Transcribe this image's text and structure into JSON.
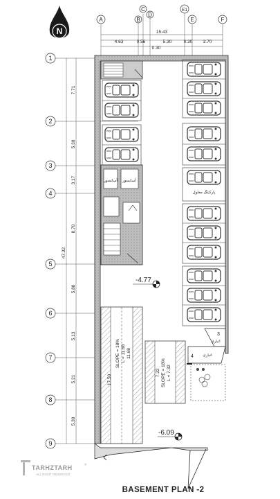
{
  "title": "BASEMENT PLAN -2",
  "north": {
    "letter": "N"
  },
  "watermark": {
    "brand": "TARHZTARH",
    "sub": "ALL RIGHT RESERVED",
    "mark": "®"
  },
  "grid_cols": [
    "A",
    "B",
    "C",
    "D",
    "E1",
    "E",
    "F"
  ],
  "grid_rows": [
    "1",
    "2",
    "3",
    "4",
    "5",
    "6",
    "7",
    "8",
    "9"
  ],
  "top_dims": {
    "overall": "15.43",
    "segments": [
      "4.63",
      "0.56",
      "5.30",
      "0.30",
      "3.70"
    ],
    "lower": "0.30"
  },
  "left_dims": {
    "overall": "47.32",
    "segments": [
      "7.71",
      "5.30",
      "3.17",
      "8.70",
      "5.88",
      "5.13",
      "5.21",
      "5.39"
    ]
  },
  "levels": [
    "-4.77",
    "-6.09"
  ],
  "ramps": [
    {
      "slope": "SLOPE = 18%",
      "length": "L = 11.68",
      "extra": "11.68",
      "width": "17.50"
    },
    {
      "slope": "SLOPE = 18%",
      "length": "L = 7.32",
      "extra": "7.32"
    }
  ],
  "room_labels": {
    "elevator": "آسانسور",
    "elevator2": "آسانسور",
    "disabled_parking": "پارکینگ معلول",
    "storage_a": "انباری",
    "storage_b": "انباری",
    "num_a": "3",
    "num_b": "4"
  },
  "colors": {
    "wall": "#c8c8c8",
    "hatch": "#9a9a9a",
    "line": "#1a1a1a"
  }
}
